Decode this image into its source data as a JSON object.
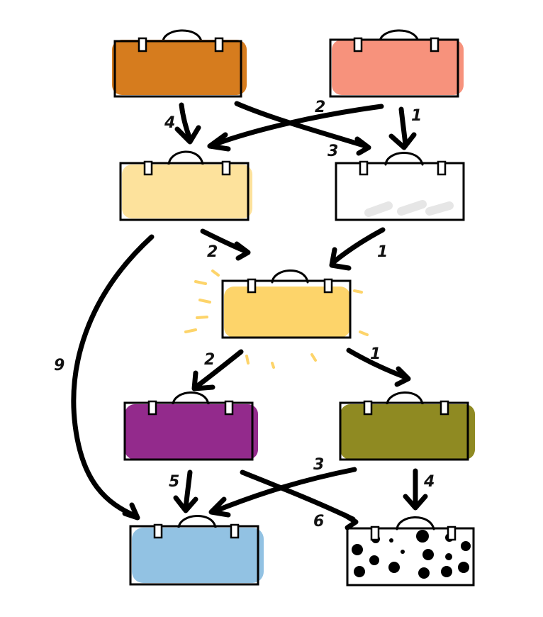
{
  "colors": {
    "orange": "#d67c1e",
    "salmon": "#f7927c",
    "light_yellow": "#fde29c",
    "white": "#e6e6e6",
    "gold": "#fdd46a",
    "purple": "#932a8c",
    "olive": "#8f8a22",
    "light_blue": "#92c2e3",
    "dotted": "#000000",
    "glow": "#fdd46a"
  },
  "edge_labels": {
    "orange_to_lightyellow": "4",
    "orange_to_white": "3",
    "salmon_to_lightyellow": "2",
    "salmon_to_white": "1",
    "lightyellow_to_gold": "2",
    "white_to_gold": "1",
    "lightyellow_to_lightblue": "9",
    "gold_to_purple": "2",
    "gold_to_olive": "1",
    "purple_to_lightblue": "5",
    "purple_to_dotted": "6",
    "olive_to_lightblue": "3",
    "olive_to_dotted": "4"
  }
}
